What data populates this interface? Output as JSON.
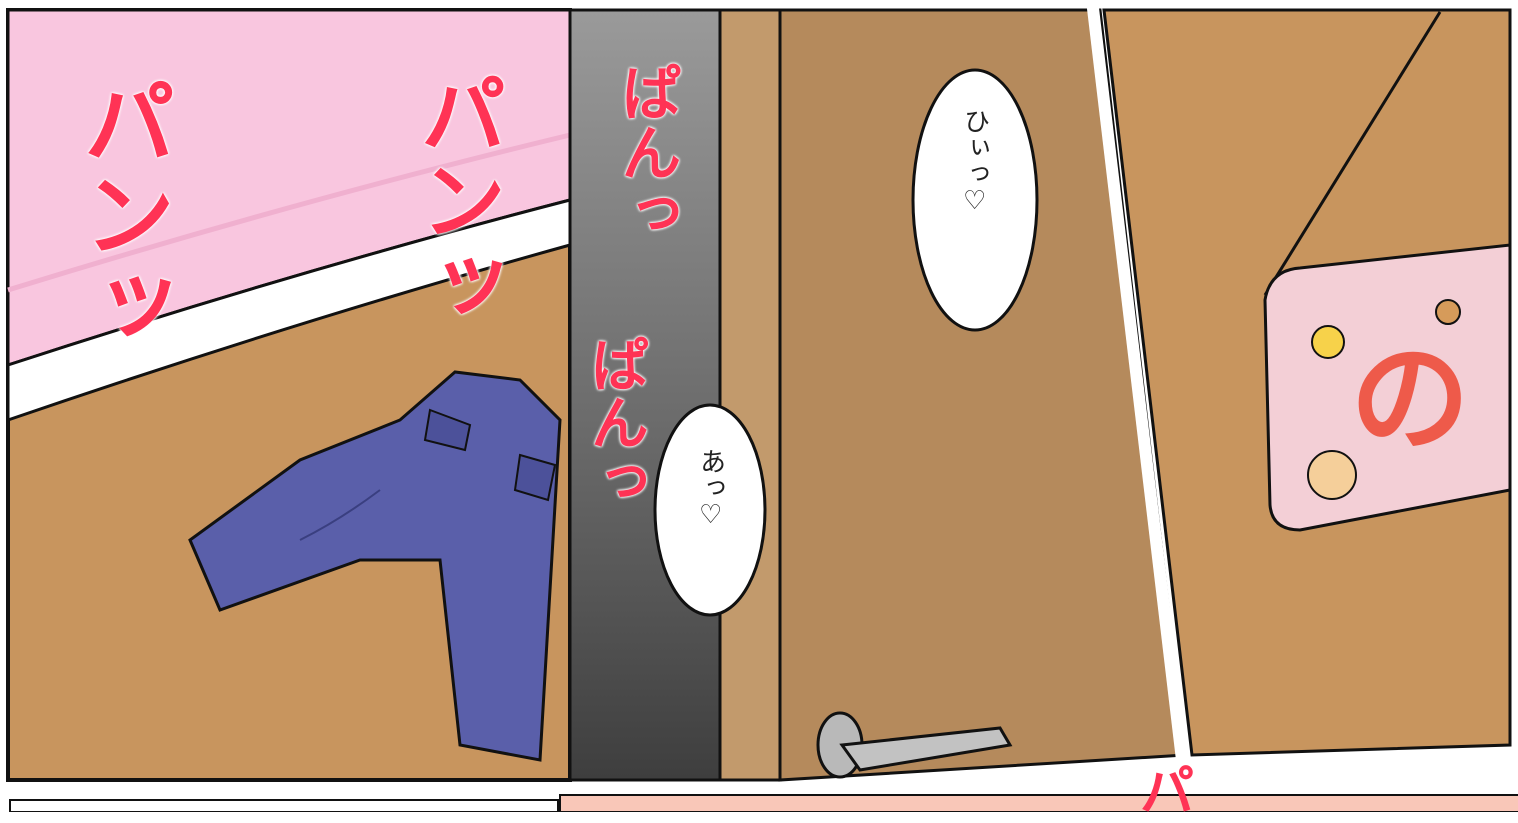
{
  "sfx": {
    "left_pan": "パンッ",
    "mid_pan": "パンッ",
    "door_pon_top": "ぱんっ",
    "door_pon_bottom": "ぱんっ",
    "bottom_pa": "パ"
  },
  "bubbles": {
    "hii": "ひぃっ♡",
    "a": "あっ♡"
  },
  "sign": {
    "character": "の"
  },
  "colors": {
    "sfx": "#ff3355",
    "floor": "#c8955e",
    "door": "#b58a5c",
    "bed": "#f9c6df",
    "jeans": "#5a5faa",
    "sign": "#f3cfd6",
    "sign_text": "#ee5a4a"
  }
}
